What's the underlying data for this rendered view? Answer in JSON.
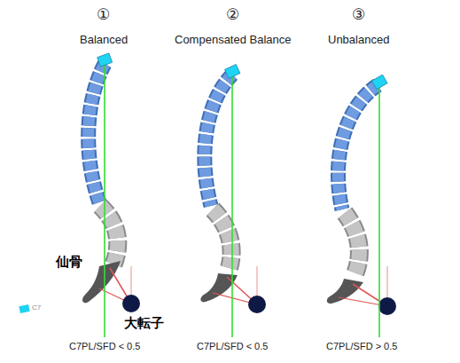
{
  "diagram": {
    "labels": [
      "①",
      "Balanced",
      "②",
      "Compensated Balance",
      "③",
      "Unbalanced",
      "仙骨",
      "大転子",
      "C7PL/SFD < 0.5",
      "C7PL/SFD < 0.5",
      "C7PL/SFD > 0.5"
    ],
    "legend": [
      {
        "text": "C7",
        "color": "#1fd3f2"
      }
    ]
  }
}
